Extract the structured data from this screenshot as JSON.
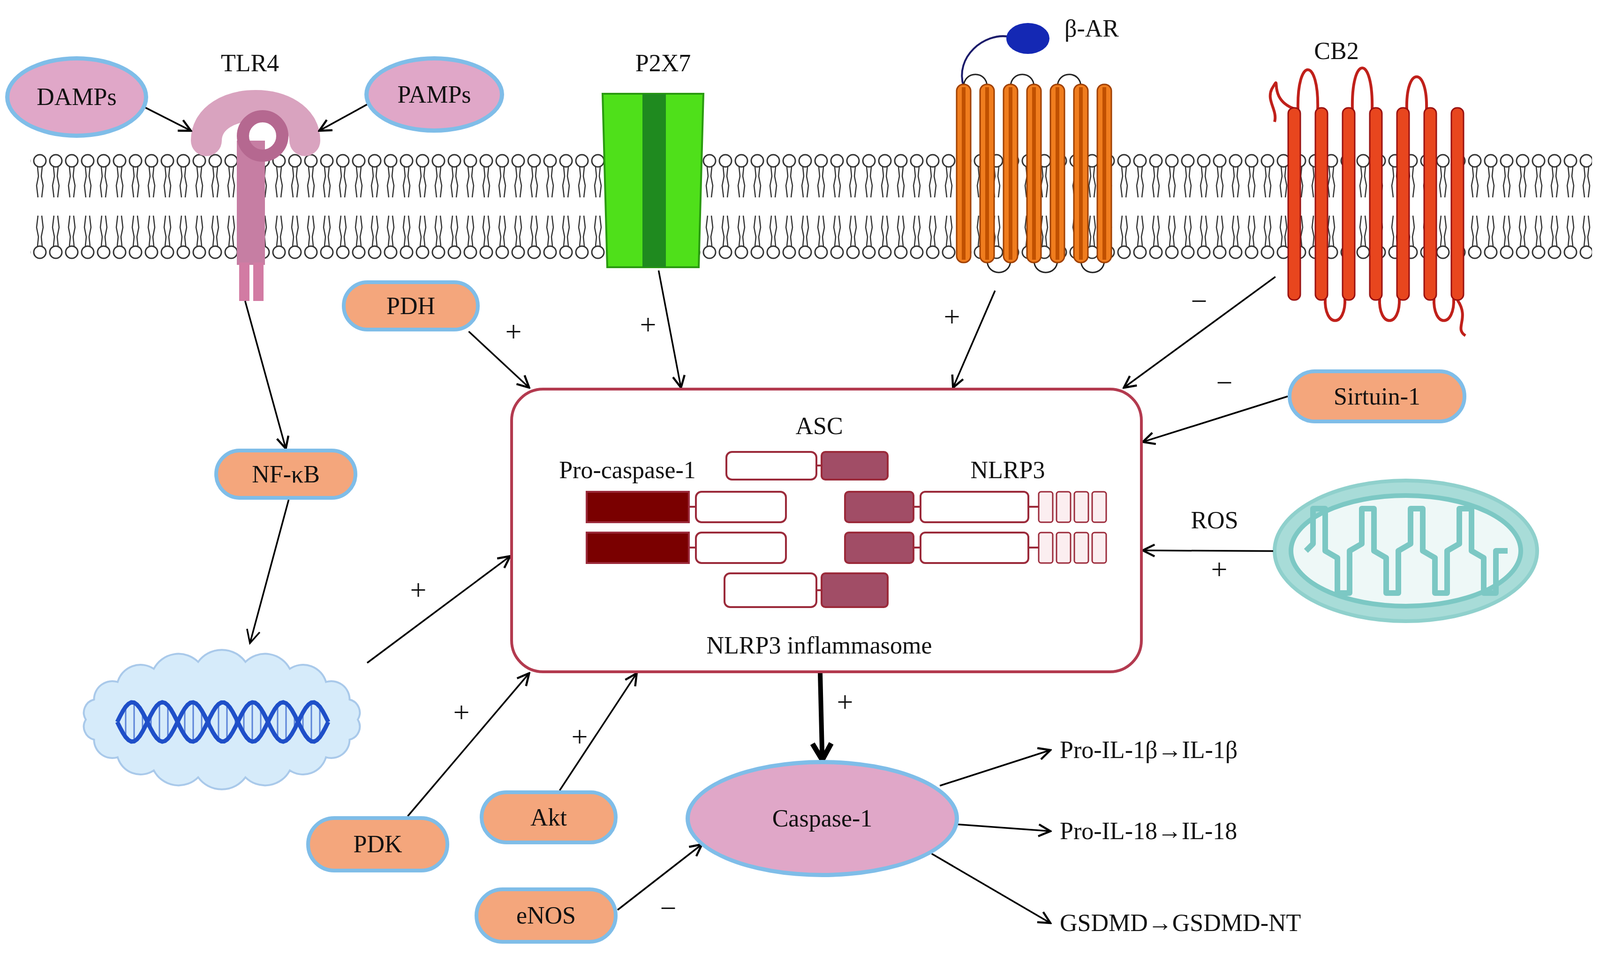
{
  "diagram": {
    "nodes": [
      {
        "text": [
          "DAMPs"
        ]
      },
      {
        "text": [
          "TLR4"
        ]
      },
      {
        "text": [
          "PAMPs"
        ]
      },
      {
        "text": [
          "P2X7"
        ]
      },
      {
        "text": [
          "β-AR"
        ]
      },
      {
        "text": [
          "CB2"
        ]
      },
      {
        "text": [
          "PDH"
        ]
      },
      {
        "text": [
          "ASC",
          "Pro-caspase-1",
          "NLRP3",
          "NLRP3 inflammasome"
        ]
      },
      {
        "text": [
          "Sirtuin-1"
        ]
      },
      {
        "text": [
          "NF-κB"
        ]
      },
      {
        "text": [
          "ROS"
        ]
      },
      {
        "text": [
          "PDK"
        ]
      },
      {
        "text": [
          "Akt"
        ]
      },
      {
        "text": [
          "Caspase-1"
        ]
      },
      {
        "text": [
          "eNOS"
        ]
      },
      {
        "text": [
          "Pro-IL-1β→IL-1β"
        ]
      },
      {
        "text": [
          "Pro-IL-18→IL-18"
        ]
      },
      {
        "text": [
          "GSDMD→GSDMD-NT"
        ]
      }
    ],
    "edges": [
      {
        "from": 0,
        "to": 1,
        "arrow": "to"
      },
      {
        "from": 2,
        "to": 1,
        "arrow": "to"
      },
      {
        "from": 1,
        "to": 9,
        "arrow": "to"
      },
      {
        "from": 9,
        "to": 7,
        "label": "+",
        "arrow": "to"
      },
      {
        "from": 6,
        "to": 7,
        "label": "+",
        "arrow": "to"
      },
      {
        "from": 3,
        "to": 7,
        "label": "+",
        "arrow": "to"
      },
      {
        "from": 4,
        "to": 7,
        "label": "+",
        "arrow": "to"
      },
      {
        "from": 5,
        "to": 7,
        "label": "−",
        "arrow": "to"
      },
      {
        "from": 8,
        "to": 7,
        "label": "−",
        "arrow": "to"
      },
      {
        "from": 10,
        "to": 7,
        "label": "+",
        "arrow": "to"
      },
      {
        "from": 11,
        "to": 7,
        "label": "+",
        "arrow": "to"
      },
      {
        "from": 12,
        "to": 7,
        "label": "+",
        "arrow": "to"
      },
      {
        "from": 7,
        "to": 13,
        "label": "+",
        "arrow": "to"
      },
      {
        "from": 14,
        "to": 13,
        "label": "−",
        "arrow": "to"
      },
      {
        "from": 13,
        "to": 15,
        "arrow": "to"
      },
      {
        "from": 13,
        "to": 16,
        "arrow": "to"
      },
      {
        "from": 13,
        "to": 17,
        "arrow": "to"
      }
    ]
  }
}
